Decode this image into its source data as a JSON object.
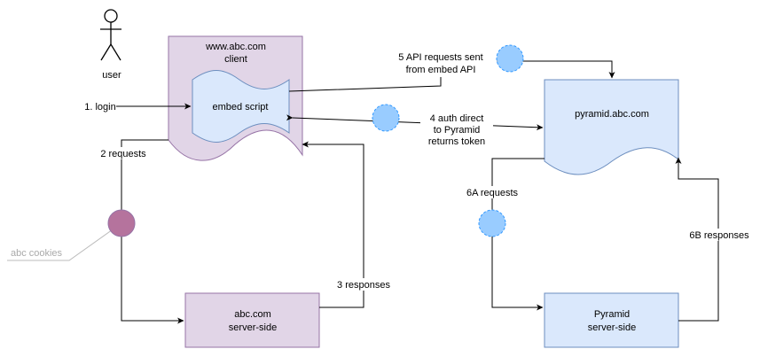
{
  "actor": {
    "label": "user"
  },
  "client": {
    "title_line1": "www.abc.com",
    "title_line2": "client"
  },
  "embed": {
    "label": "embed script"
  },
  "pyramid_doc": {
    "label": "pyramid.abc.com"
  },
  "abc_server": {
    "line1": "abc.com",
    "line2": "server-side"
  },
  "pyramid_server": {
    "line1": "Pyramid",
    "line2": "server-side"
  },
  "edges": {
    "login": "1. login",
    "requests2": "2 requests",
    "responses3": "3 responses",
    "auth4": [
      "4 auth direct",
      "to Pyramid",
      "returns token"
    ],
    "api5": [
      "5 API requests sent",
      "from embed API"
    ],
    "requests6a": "6A requests",
    "responses6b": "6B responses"
  },
  "cookies": {
    "label": "abc cookies"
  },
  "colors": {
    "lilac_fill": "#e1d5e7",
    "lilac_stroke": "#9673a6",
    "blue_fill": "#dae8fc",
    "blue_stroke": "#6c8ebf",
    "bubble_blue": "#99ccff",
    "bubble_purple": "#b5739d"
  }
}
